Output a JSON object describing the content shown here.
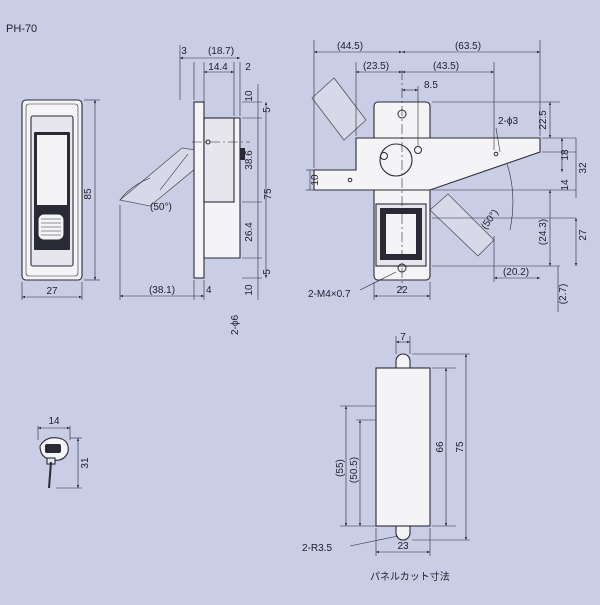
{
  "model": "PH-70",
  "front_view": {
    "height": "85",
    "width": "27"
  },
  "side_view": {
    "d_3": "3",
    "d_18_7": "(18.7)",
    "d_14_4": "14.4",
    "d_2": "2",
    "d_10_top": "10",
    "d_5_top": "5",
    "d_38_6": "38.6",
    "d_75": "75",
    "d_26_4": "26.4",
    "d_10_bot": "10",
    "d_5_bot": "5",
    "d_38_1": "(38.1)",
    "d_4": "4",
    "hole": "2-ϕ6",
    "angle": "(50°)"
  },
  "top_view": {
    "d_44_5": "(44.5)",
    "d_63_5": "(63.5)",
    "d_23_5": "(23.5)",
    "d_43_5": "(43.5)",
    "d_8_5": "8.5",
    "hole": "2-ϕ3",
    "d_22_5": "22.5",
    "d_18": "18",
    "d_32": "32",
    "d_14": "14",
    "d_24_3": "(24.3)",
    "d_27": "27",
    "d_2_7": "(2.7)",
    "d_20_2": "(20.2)",
    "d_10": "10",
    "d_22": "22",
    "thread": "2-M4×0.7",
    "angle": "(50°)"
  },
  "key_view": {
    "width": "14",
    "height": "31"
  },
  "panel_cut": {
    "d_7": "7",
    "d_55": "(55)",
    "d_50_5": "(50.5)",
    "d_66": "66",
    "d_75": "75",
    "radius": "2-R3.5",
    "d_23": "23",
    "caption": "パネルカット寸法"
  }
}
